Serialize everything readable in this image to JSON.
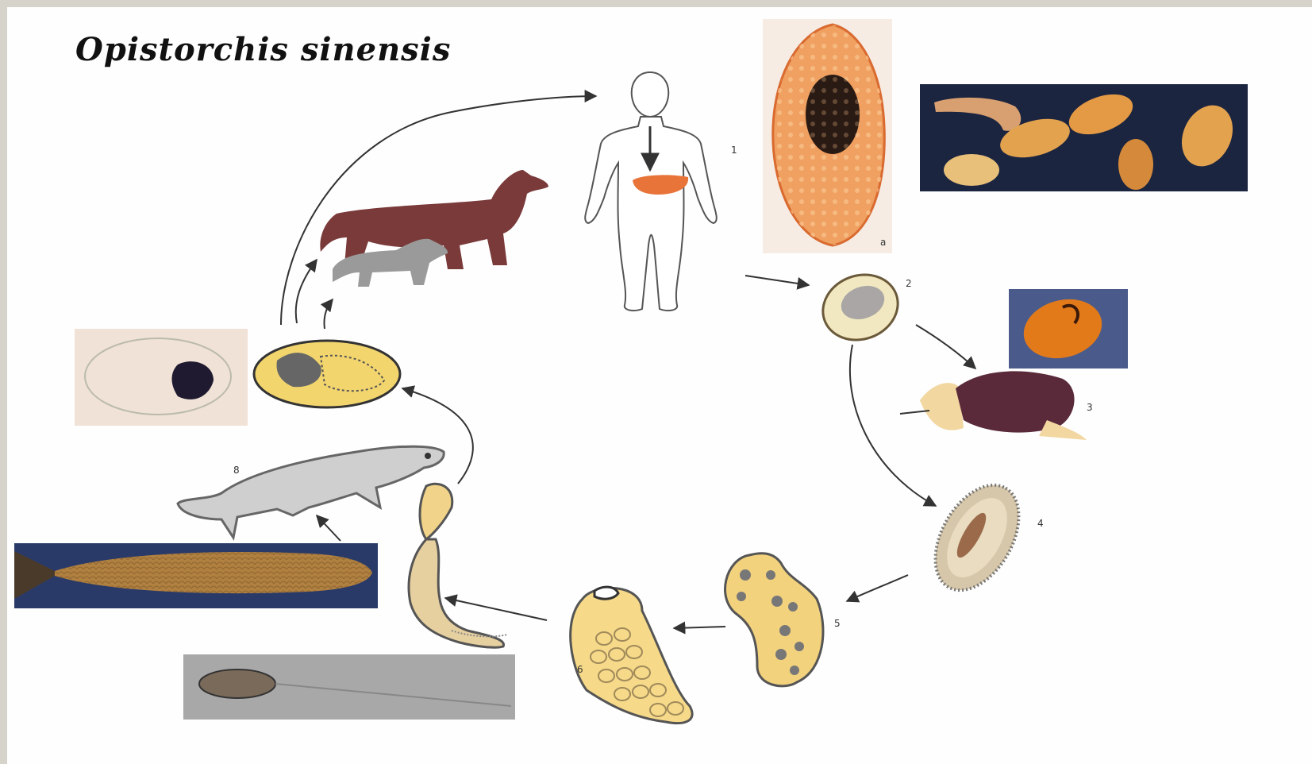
{
  "title": "Opistorchis sinensis",
  "stage_labels": {
    "s1": "1",
    "s2": "2",
    "s3": "3",
    "s4": "4",
    "s5": "5",
    "s6": "6",
    "s8": "8",
    "s1a": "a"
  },
  "colors": {
    "arrow": "#333333",
    "human_outline": "#444444",
    "liver": "#e8743a",
    "dog": "#7a3a3a",
    "cat": "#9a9a9a",
    "fluke": "#f0a060",
    "egg": "#f1e7c0",
    "snail": "#5a2a3a",
    "larva": "#f6d47a",
    "photo_dark": "#1c2540",
    "fish_photo": "#b08040",
    "fish_drawing": "#cfcfcf",
    "micrograph": "#a8a8a8"
  }
}
